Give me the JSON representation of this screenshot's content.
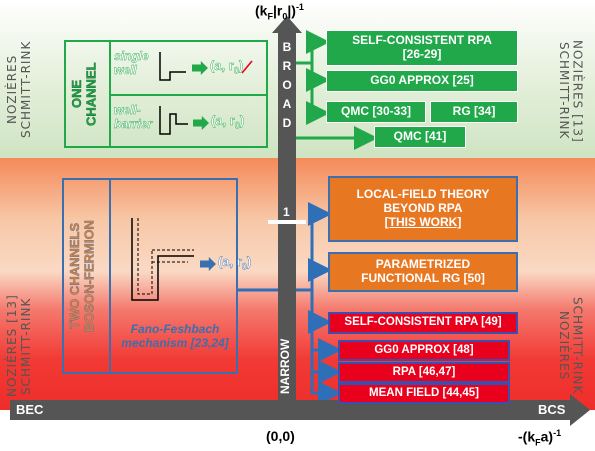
{
  "axes": {
    "y_label_main": "(k",
    "y_label_sub": "F",
    "y_label_rest": "|r",
    "y_label_sub2": "0",
    "y_label_end": "|)",
    "y_label_exp": "-1",
    "x_left": "BEC",
    "x_right": "BCS",
    "x_label_main": "-(k",
    "x_label_sub": "F",
    "x_label_rest": "a)",
    "x_label_exp": "-1",
    "origin": "(0,0)",
    "broad": "BROAD",
    "narrow": "NARROW",
    "tick_one": "1"
  },
  "side_labels": {
    "top_left": "NOZIÈRES\nSCHMITT-RINK",
    "top_right": "NOZIÈRES [13]\nSCHMITT-RINK",
    "bottom_left": "NOZIÈRES [13]\nSCHMITT-RINK",
    "bottom_right": "SCHMITT-RINK\nNOZIÈRES"
  },
  "one_channel": {
    "title": "ONE\nCHANNEL",
    "single_well": "single\nwell",
    "well_barrier": "well-\nbarrier",
    "param_a": "(a, r",
    "param_sub": "0",
    "param_end": ")"
  },
  "two_channels": {
    "title": "TWO CHANNELS\nBOSON-FERMION",
    "param_a": "(a, r",
    "param_sub": "0",
    "param_end": ")",
    "mechanism": "Fano-Feshbach\nmechanism [23,24]"
  },
  "methods_green": {
    "sc_rpa": "SELF-CONSISTENT RPA\n[26-29]",
    "gg0": "GG0 APPROX [25]",
    "qmc": "QMC [30-33]",
    "rg": "RG [34]",
    "qmc41": "QMC [41]"
  },
  "methods_orange": {
    "lft_line1": "LOCAL-FIELD THEORY",
    "lft_line2": "BEYOND RPA",
    "lft_line3": "[THIS WORK]",
    "frg": "PARAMETRIZED\nFUNCTIONAL RG [50]"
  },
  "methods_red": {
    "sc_rpa": "SELF-CONSISTENT RPA [49]",
    "gg0": "GG0 APPROX [48]",
    "rpa": "RPA [46,47]",
    "mf": "MEAN FIELD [44,45]"
  },
  "colors": {
    "green": "#21a84a",
    "orange": "#e87722",
    "red": "#e8001c",
    "blue_border": "#3a6fb0",
    "axis": "#555555"
  }
}
